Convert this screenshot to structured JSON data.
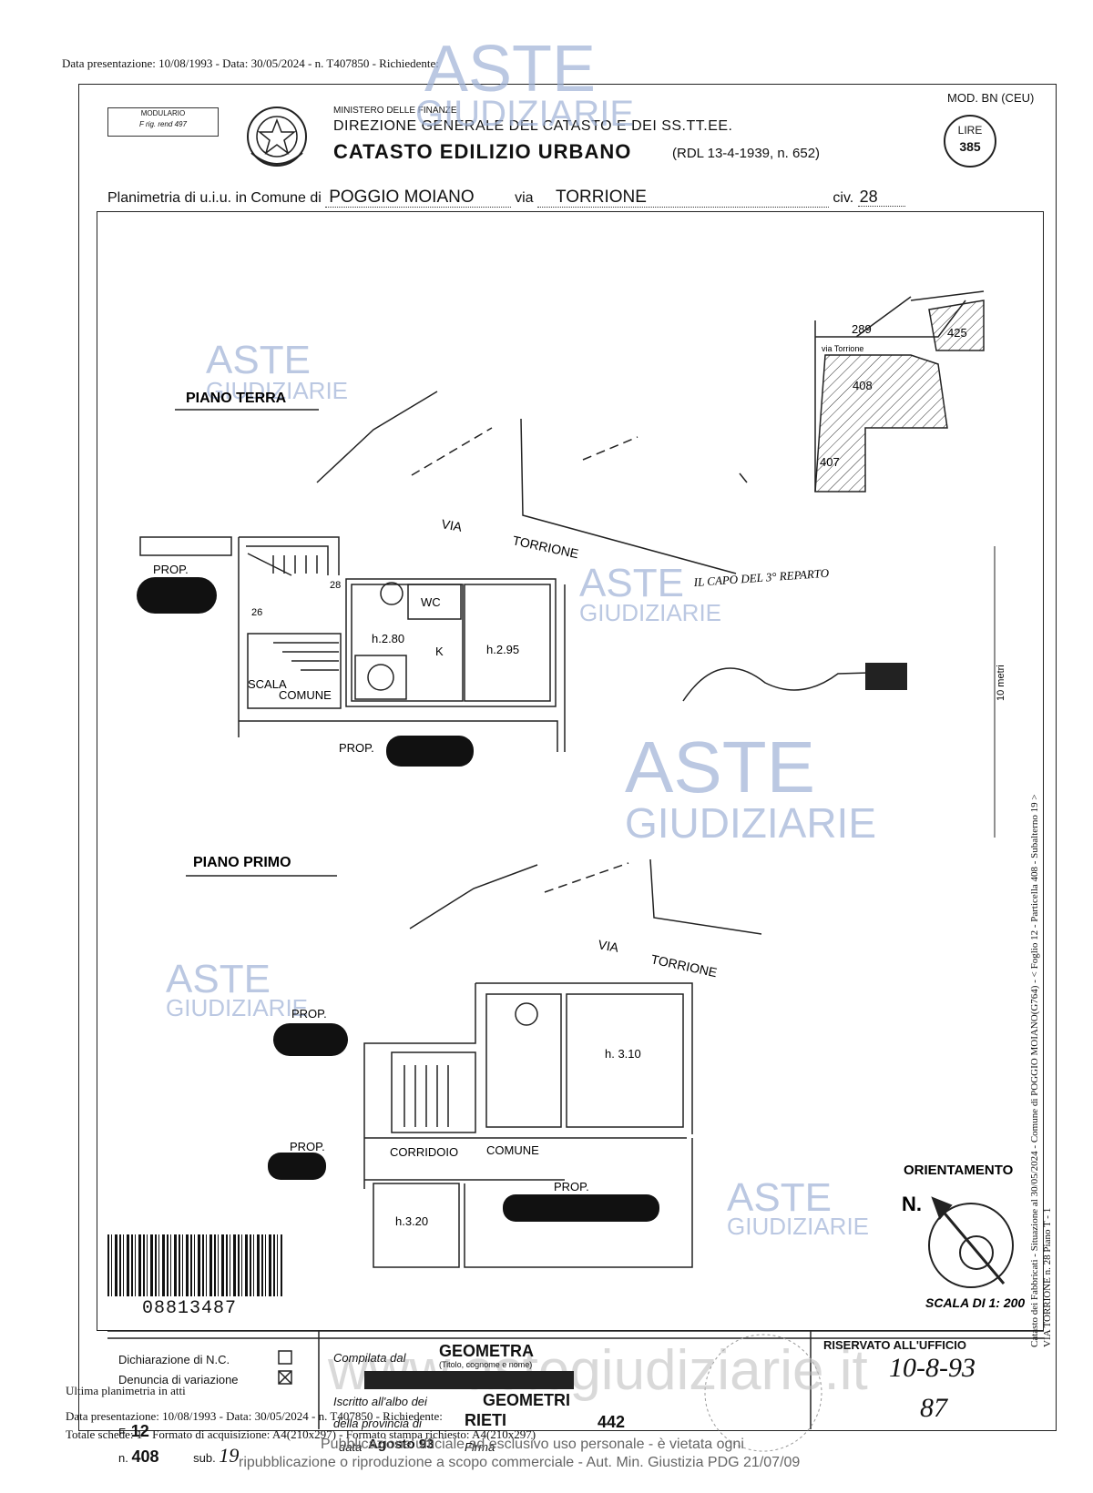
{
  "header": {
    "top_line": "Data presentazione: 10/08/1993 - Data: 30/05/2024 - n. T407850 - Richiedente:",
    "form_box": [
      "MODULARIO",
      "F rig. rend 497"
    ],
    "ministry": "MINISTERO DELLE FINANZE",
    "direzione": "DIREZIONE GENERALE DEL CATASTO E DEI SS.TT.EE.",
    "catasto": "CATASTO EDILIZIO URBANO",
    "rdl": "(RDL 13-4-1939, n. 652)",
    "mod": "MOD. BN (CEU)",
    "lire_label": "LIRE",
    "lire_value": "385"
  },
  "planimetria": {
    "prefix": "Planimetria di u.i.u. in Comune di",
    "comune": "POGGIO MOIANO",
    "via_label": "via",
    "via": "TORRIONE",
    "civ_label": "civ.",
    "civ": "28"
  },
  "plan": {
    "piano_terra": "PIANO TERRA",
    "piano_primo": "PIANO PRIMO",
    "via_word": "VIA",
    "torrione": "TORRIONE",
    "prop": "PROP.",
    "wc": "WC",
    "k": "K",
    "h280": "h.2.80",
    "h295": "h.2.95",
    "h310": "h. 3.10",
    "h320": "h.3.20",
    "scala": "SCALA",
    "comune": "COMUNE",
    "corridoio": "CORRIDOIO",
    "corridoio_comune": "COMUNE",
    "n26": "26",
    "n28": "28",
    "capo": "IL CAPO DEL 3° REPARTO",
    "orientamento": "ORIENTAMENTO",
    "n_label": "N.",
    "scala_label": "SCALA DI 1: 200",
    "m10": "10 metri"
  },
  "map": {
    "p289": "289",
    "p408": "408",
    "p425": "425",
    "p407": "407",
    "via_t": "via Torrione"
  },
  "watermark": {
    "aste": "ASTE",
    "giudiziarie": "GIUDIZIARIE",
    "site": "www.astegiudiziarie.it"
  },
  "barcode": "08813487",
  "bottom": {
    "dichiarazione": "Dichiarazione di N.C.",
    "denuncia": "Denuncia di variazione",
    "ultima": "Ultima planimetria in atti",
    "data_pres": "Data presentazione: 10/08/1993 - Data: 30/05/2024 - n. T407850 - Richiedente:",
    "totale": "Totale schede: 1 - Formato di acquisizione: A4(210x297) - Formato stampa richiesto: A4(210x297)",
    "foglio_label": "F.",
    "foglio": "12",
    "n_label": "n.",
    "n": "408",
    "sub_label": "sub.",
    "sub": "19",
    "compilata": "Compilata dal",
    "geometra": "GEOMETRA",
    "titolo": "(Titolo, cognome e nome)",
    "iscritto": "Iscritto all'albo dei",
    "geometri": "GEOMETRI",
    "provincia": "della provincia di",
    "rieti": "RIETI",
    "n442": "442",
    "data_label": "data",
    "agosto": "Agosto 93",
    "firma": "Firma",
    "riservato": "RISERVATO ALL'UFFICIO",
    "date_hand": "10-8-93",
    "num_hand": "87"
  },
  "side": {
    "line1": "Catasto dei Fabbricati - Situazione al 30/05/2024 - Comune di POGGIO MOIANO(G764) - < Foglio 12 - Particella 408 - Subalterno 19 >",
    "line2": "VIA TORRIONE n. 28 Piano T - 1"
  },
  "footer": {
    "line1": "Pubblicazione ufficiale ad esclusivo uso personale - è vietata ogni",
    "line2": "ripubblicazione o riproduzione a scopo commerciale - Aut. Min. Giustizia PDG 21/07/09"
  }
}
